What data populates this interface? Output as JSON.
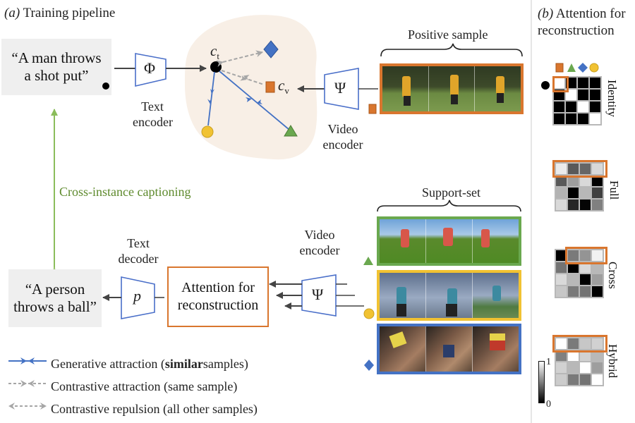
{
  "panel_a": {
    "title_prefix": "(a)",
    "title": "Training pipeline",
    "caption_top": "“A man throws a shot put”",
    "caption_bottom": "“A person throws a ball”",
    "text_encoder": {
      "symbol": "Φ",
      "label_line1": "Text",
      "label_line2": "encoder"
    },
    "video_encoder_top": {
      "symbol": "Ψ",
      "label_line1": "Video",
      "label_line2": "encoder"
    },
    "video_encoder_bottom": {
      "symbol": "Ψ",
      "label_line1": "Video",
      "label_line2": "encoder"
    },
    "text_decoder": {
      "symbol": "p",
      "label_line1": "Text",
      "label_line2": "decoder"
    },
    "attention_box": {
      "line1": "Attention for",
      "line2": "reconstruction"
    },
    "cross_instance_label": "Cross-instance captioning",
    "embedding_space": {
      "ct_label": "c",
      "ct_sub": "t",
      "cv_label": "c",
      "cv_sub": "v"
    },
    "positive_sample_label": "Positive sample",
    "support_set_label": "Support-set",
    "legend": [
      {
        "style": "generative",
        "text_before": "Generative attraction (",
        "bold": "similar",
        "text_after": " samples)"
      },
      {
        "style": "contrastive-attraction",
        "text_before": "Contrastive attraction (same sample)",
        "bold": "",
        "text_after": ""
      },
      {
        "style": "contrastive-repulsion",
        "text_before": "Contrastive repulsion (all other samples)",
        "bold": "",
        "text_after": ""
      }
    ]
  },
  "panel_b": {
    "title_prefix": "(b)",
    "title_line1": "Attention for",
    "title_line2": "reconstruction",
    "colorbar": {
      "max": "1",
      "min": "0"
    },
    "matrices": [
      {
        "name": "Identity",
        "highlight": "cell-0-0",
        "values": [
          [
            1,
            0,
            0,
            0
          ],
          [
            0,
            1,
            0,
            0
          ],
          [
            0,
            0,
            1,
            0
          ],
          [
            0,
            0,
            0,
            1
          ]
        ]
      },
      {
        "name": "Full",
        "highlight": "row-0",
        "values": [
          [
            0.92,
            0.35,
            0.4,
            0.85
          ],
          [
            0.35,
            0.62,
            0.85,
            0.0
          ],
          [
            0.7,
            0.0,
            0.72,
            0.25
          ],
          [
            0.85,
            0.15,
            0.02,
            0.5
          ]
        ]
      },
      {
        "name": "Cross",
        "highlight": "row-0-offdiag",
        "values": [
          [
            0.0,
            0.48,
            0.58,
            0.95
          ],
          [
            0.45,
            0.0,
            0.85,
            0.72
          ],
          [
            0.85,
            0.72,
            0.0,
            0.62
          ],
          [
            0.78,
            0.48,
            0.45,
            0.0
          ]
        ]
      },
      {
        "name": "Hybrid",
        "highlight": "row-0",
        "values": [
          [
            1.0,
            0.48,
            0.78,
            0.82
          ],
          [
            0.5,
            1.0,
            0.82,
            0.72
          ],
          [
            0.82,
            0.72,
            1.0,
            0.62
          ],
          [
            0.8,
            0.48,
            0.45,
            1.0
          ]
        ]
      }
    ]
  },
  "colors": {
    "orange": "#d9762e",
    "green": "#6aa84f",
    "blue": "#4472c4",
    "yellow": "#f1c232",
    "encoder_blue": "#4a6fc9",
    "arrow_grey": "#444444",
    "dash_grey": "#a6a6a6",
    "cross_green": "#8bbd5b",
    "blob": "#f8efe6"
  }
}
